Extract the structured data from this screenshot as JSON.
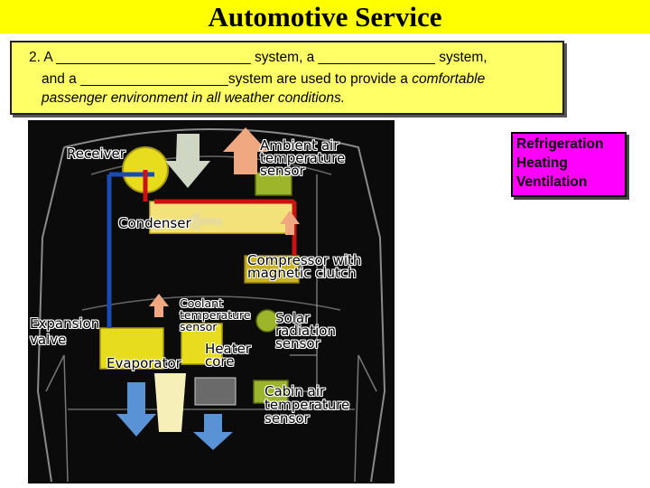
{
  "slide": {
    "title": "Automotive Service",
    "question": {
      "line1": "2.  A _________________________ system, a _______________ system,",
      "line2": "and a ___________________system are used to provide a ",
      "line2_italic": "comfortable",
      "line3": "passenger environment in all weather conditions."
    },
    "answers": [
      "Refrigeration",
      "Heating",
      "Ventilation"
    ]
  },
  "diagram": {
    "labels": {
      "receiver": "Receiver",
      "ambient": [
        "Ambient air",
        "temperature",
        "sensor"
      ],
      "condenser": "Condenser",
      "compressor": [
        "Compressor with",
        "magnetic clutch"
      ],
      "expansion": [
        "Expansion",
        "valve"
      ],
      "coolant": [
        "Coolant",
        "temperature",
        "sensor"
      ],
      "solar": [
        "Solar",
        "radiation",
        "sensor"
      ],
      "heater": [
        "Heater",
        "core"
      ],
      "evaporator": "Evaporator",
      "cabin": [
        "Cabin air",
        "temperature",
        "sensor"
      ]
    }
  },
  "colors": {
    "title_bg": "#ffff00",
    "question_bg": "#ffff66",
    "answer_bg": "#ff00ff",
    "refrigerant_high": "#cc1111",
    "refrigerant_low": "#1a4bb5",
    "component": "#e8dc1e"
  }
}
